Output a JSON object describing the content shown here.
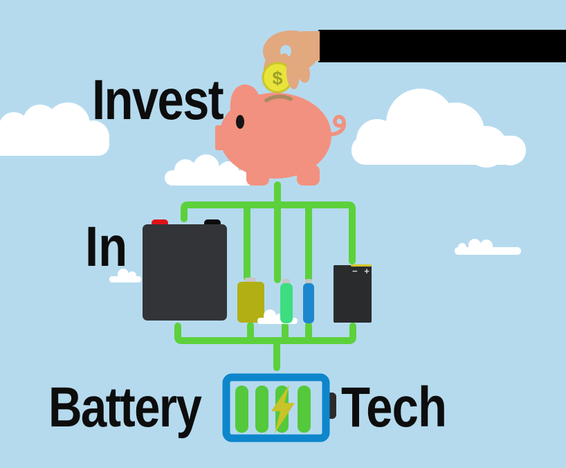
{
  "headline": {
    "invest": "Invest",
    "in": "In",
    "battery": "Battery",
    "tech": "Tech"
  },
  "coin": {
    "symbol": "$"
  },
  "small_dark_battery": {
    "terminal_marks": "− +"
  },
  "colors": {
    "sky": "#b5daee",
    "cloud": "#ffffff",
    "text": "#0d0d0d",
    "wire_green": "#5cd13c",
    "pig_body": "#f2917f",
    "pig_eye": "#151515",
    "coin_slot_brown": "#a98a60",
    "coin_fill": "#e8e43a",
    "coin_edge": "#c9c52c",
    "coin_symbol": "#9fa02c",
    "hand_skin": "#e2a87e",
    "sleeve_black": "#000000",
    "cuff_gray": "#dadada",
    "car_battery_body": "#323437",
    "terminal_red": "#e0121b",
    "terminal_black": "#0b0b0b",
    "battery_yellow": "#b2af14",
    "battery_green": "#3ddd80",
    "battery_blue": "#1d87ce",
    "battery_cap_gray": "#c6c6c6",
    "small_dark_battery_body": "#2a2b2d",
    "small_dark_battery_stripe": "#d8c520",
    "terminal_marks_gray": "#d6d6d6",
    "icon_border_blue": "#0d86cc",
    "icon_bar_green": "#54c93b",
    "bolt_yellow": "#c8c329",
    "icon_nub_dark": "#2b2b2b"
  }
}
